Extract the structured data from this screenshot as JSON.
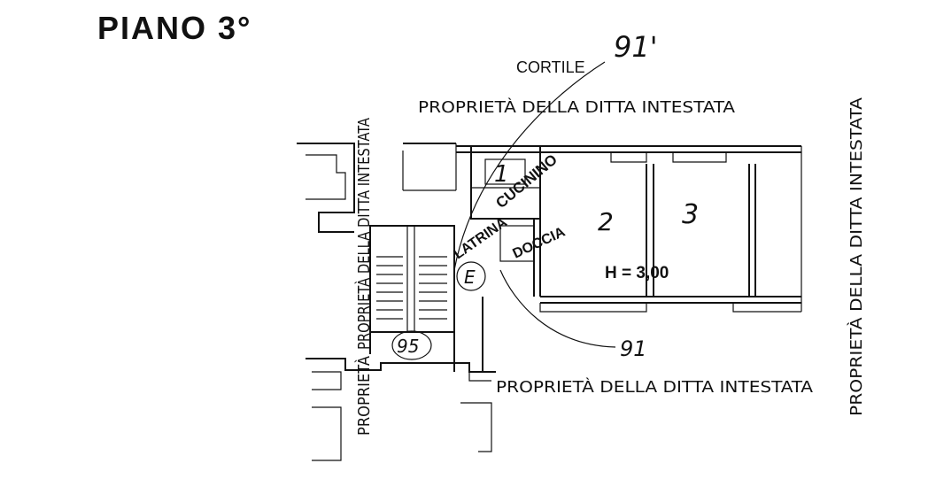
{
  "floor_label": "PIANO 3°",
  "labels": {
    "courtyard": "CORTILE",
    "property_top": "PROPRIETÀ DELLA DITTA INTESTATA",
    "property_bottom": "PROPRIETÀ DELLA DITTA INTESTATA",
    "property_left_upper": "PROPRIETÀ DELLA DITTA INTESTATA",
    "property_left_lower": "PROPRIETÀ",
    "property_right": "PROPRIETÀ DELLA DITTA INTESTATA",
    "kitchenette": "CUCININO",
    "toilet": "LATRINA",
    "shower": "DOCCIA",
    "ceiling_height": "H = 3,00"
  },
  "handwritten": {
    "note_top": "91'",
    "room_1": "1",
    "room_2": "2",
    "room_3": "3",
    "circle_e": "E",
    "circle_95": "95",
    "note_bottom": "91"
  },
  "colors": {
    "ink": "#111111",
    "paper": "#ffffff"
  }
}
